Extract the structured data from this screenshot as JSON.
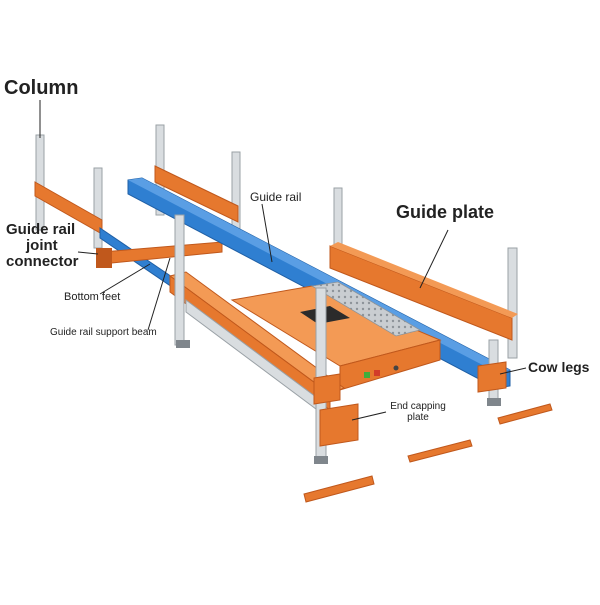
{
  "labels": {
    "column": "Column",
    "guide_rail": "Guide rail",
    "guide_plate": "Guide plate",
    "guide_rail_joint_connector_1": "Guide rail",
    "guide_rail_joint_connector_2": "joint",
    "guide_rail_joint_connector_3": "connector",
    "bottom_feet": "Bottom feet",
    "guide_rail_support_beam": "Guide rail support beam",
    "cow_legs": "Cow legs",
    "end_capping_plate_1": "End capping",
    "end_capping_plate_2": "plate"
  },
  "colors": {
    "orange": "#e6782e",
    "orange_dark": "#c0581c",
    "orange_light": "#f39a55",
    "blue": "#2f7fd1",
    "blue_dark": "#1f5fa5",
    "steel": "#d9dde0",
    "steel_dark": "#9aa1a6",
    "leader": "#222222"
  }
}
